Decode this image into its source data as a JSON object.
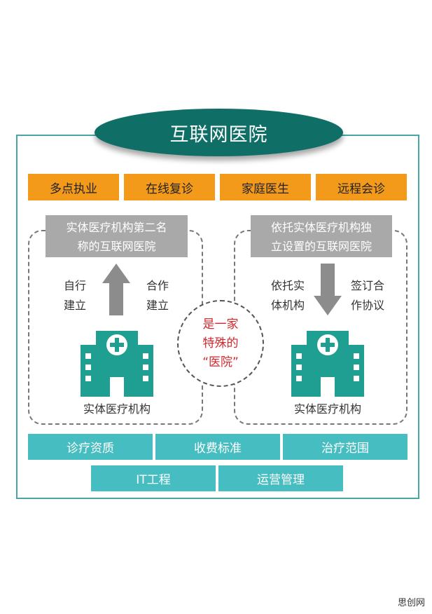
{
  "title": "互联网医院",
  "top_items": [
    "多点执业",
    "在线复诊",
    "家庭医生",
    "远程会诊"
  ],
  "left": {
    "box_line1": "实体医疗机构第二名",
    "box_line2": "称的互联网医院",
    "side_left_1": "自行",
    "side_left_2": "建立",
    "side_right_1": "合作",
    "side_right_2": "建立",
    "building_label": "实体医疗机构"
  },
  "right": {
    "box_line1": "依托实体医疗机构独",
    "box_line2": "立设置的互联网医院",
    "side_left_1": "依托实",
    "side_left_2": "体机构",
    "side_right_1": "签订合",
    "side_right_2": "作协议",
    "building_label": "实体医疗机构"
  },
  "center": {
    "line1": "是一家",
    "line2": "特殊的",
    "line3": "“医院”"
  },
  "bottom_row1": [
    "诊疗资质",
    "收费标准",
    "治疗范围"
  ],
  "bottom_row2": [
    "IT工程",
    "运营管理"
  ],
  "watermark": "思创网",
  "colors": {
    "title_bg": "#0f6f67",
    "orange": "#f39a1b",
    "teal": "#46bdc0",
    "building": "#1f9e92",
    "arrow": "#8c8c8c",
    "center_text": "#d4262c"
  }
}
